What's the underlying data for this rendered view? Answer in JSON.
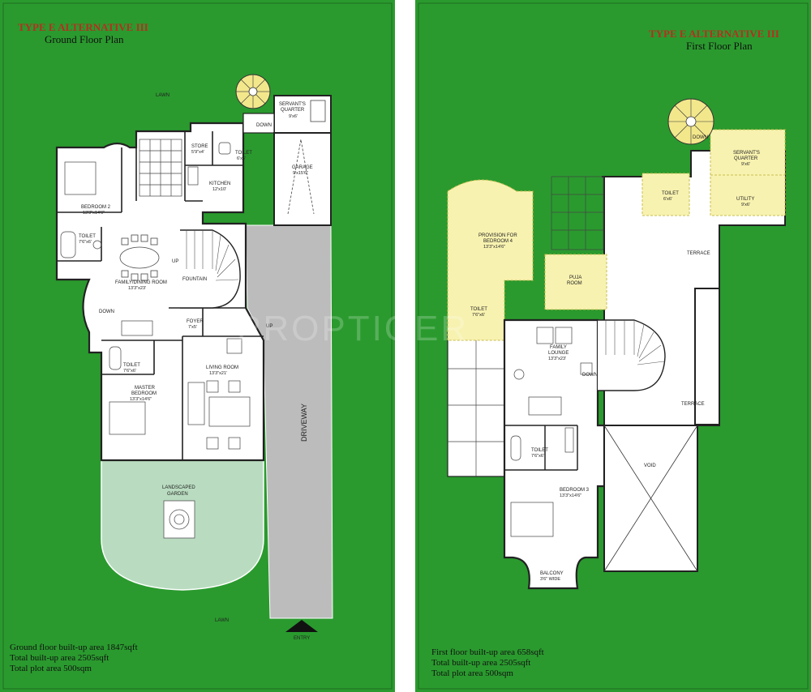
{
  "colors": {
    "background": "#2a9a2e",
    "title_red": "#b5301f",
    "highlight": "#f8f2b0",
    "garden": "#b9dcc0",
    "driveway": "#bcbcbc"
  },
  "watermark": "PROPTIGER",
  "ground": {
    "title": "TYPE E  ALTERNATIVE III",
    "subtitle": "Ground Floor Plan",
    "labels": {
      "lawn_top": "LAWN",
      "lawn_bottom": "LAWN",
      "driveway": "DRIVEWAY",
      "entry": "ENTRY",
      "up1": "UP",
      "up2": "UP",
      "down1": "DOWN",
      "down2": "DOWN",
      "garden": "LANDSCAPED",
      "garden2": "GARDEN"
    },
    "rooms": {
      "servants_quarter": {
        "name1": "SERVANT'S",
        "name2": "QUARTER",
        "dim": "9'x6'"
      },
      "store": {
        "name": "STORE",
        "dim": "5'9\"x4'"
      },
      "toilet_top": {
        "name": "TOILET",
        "dim": "6'x6'"
      },
      "garage": {
        "name": "GARAGE",
        "dim": "9'x15'6\""
      },
      "kitchen": {
        "name": "KITCHEN",
        "dim": "12'x10'"
      },
      "bedroom2": {
        "name": "BEDROOM 2",
        "dim": "13'3\"x14'6\""
      },
      "toilet_left": {
        "name": "TOILET",
        "dim": "7'6\"x6'"
      },
      "family_dining": {
        "name": "FAMILY/DINING ROOM",
        "dim": "13'3\"x23'"
      },
      "fountain": {
        "name": "FOUNTAIN"
      },
      "foyer": {
        "name": "FOYER",
        "dim": "7'x5'"
      },
      "toilet_mid": {
        "name": "TOILET",
        "dim": "7'6\"x6'"
      },
      "master": {
        "name1": "MASTER",
        "name2": "BEDROOM",
        "dim": "13'3\"x14'6\""
      },
      "living": {
        "name": "LIVING ROOM",
        "dim": "13'3\"x21'"
      }
    },
    "areas": [
      "Ground floor built-up area 1847sqft",
      "Total built-up area 2505sqft",
      "Total plot area 500sqm"
    ]
  },
  "first": {
    "title": "TYPE E  ALTERNATIVE III",
    "subtitle": "First Floor Plan",
    "labels": {
      "down1": "DOWN",
      "down2": "DOWN",
      "terrace1": "TERRACE",
      "terrace2": "TERRACE",
      "void": "VOID"
    },
    "rooms": {
      "servants_quarter": {
        "name1": "SERVANT'S",
        "name2": "QUARTER",
        "dim": "9'x6'"
      },
      "toilet_top": {
        "name": "TOILET",
        "dim": "6'x6'"
      },
      "utility": {
        "name": "UTILITY",
        "dim": "9'x6'"
      },
      "bedroom4": {
        "name1": "PROVISION FOR",
        "name2": "BEDROOM 4",
        "dim": "13'3\"x14'6\""
      },
      "puja": {
        "name1": "PUJA",
        "name2": "ROOM"
      },
      "toilet_left": {
        "name": "TOILET",
        "dim": "7'6\"x6'"
      },
      "lounge": {
        "name1": "FAMILY",
        "name2": "LOUNGE",
        "dim": "13'3\"x23'"
      },
      "toilet_bottom": {
        "name": "TOILET",
        "dim": "7'6\"x6'"
      },
      "bedroom3": {
        "name": "BEDROOM 3",
        "dim": "13'3\"x14'6\""
      },
      "balcony": {
        "name": "BALCONY",
        "dim": "3'6\" WIDE"
      }
    },
    "areas": [
      "First floor built-up area 658sqft",
      "Total built-up area 2505sqft",
      "Total plot area 500sqm"
    ]
  }
}
